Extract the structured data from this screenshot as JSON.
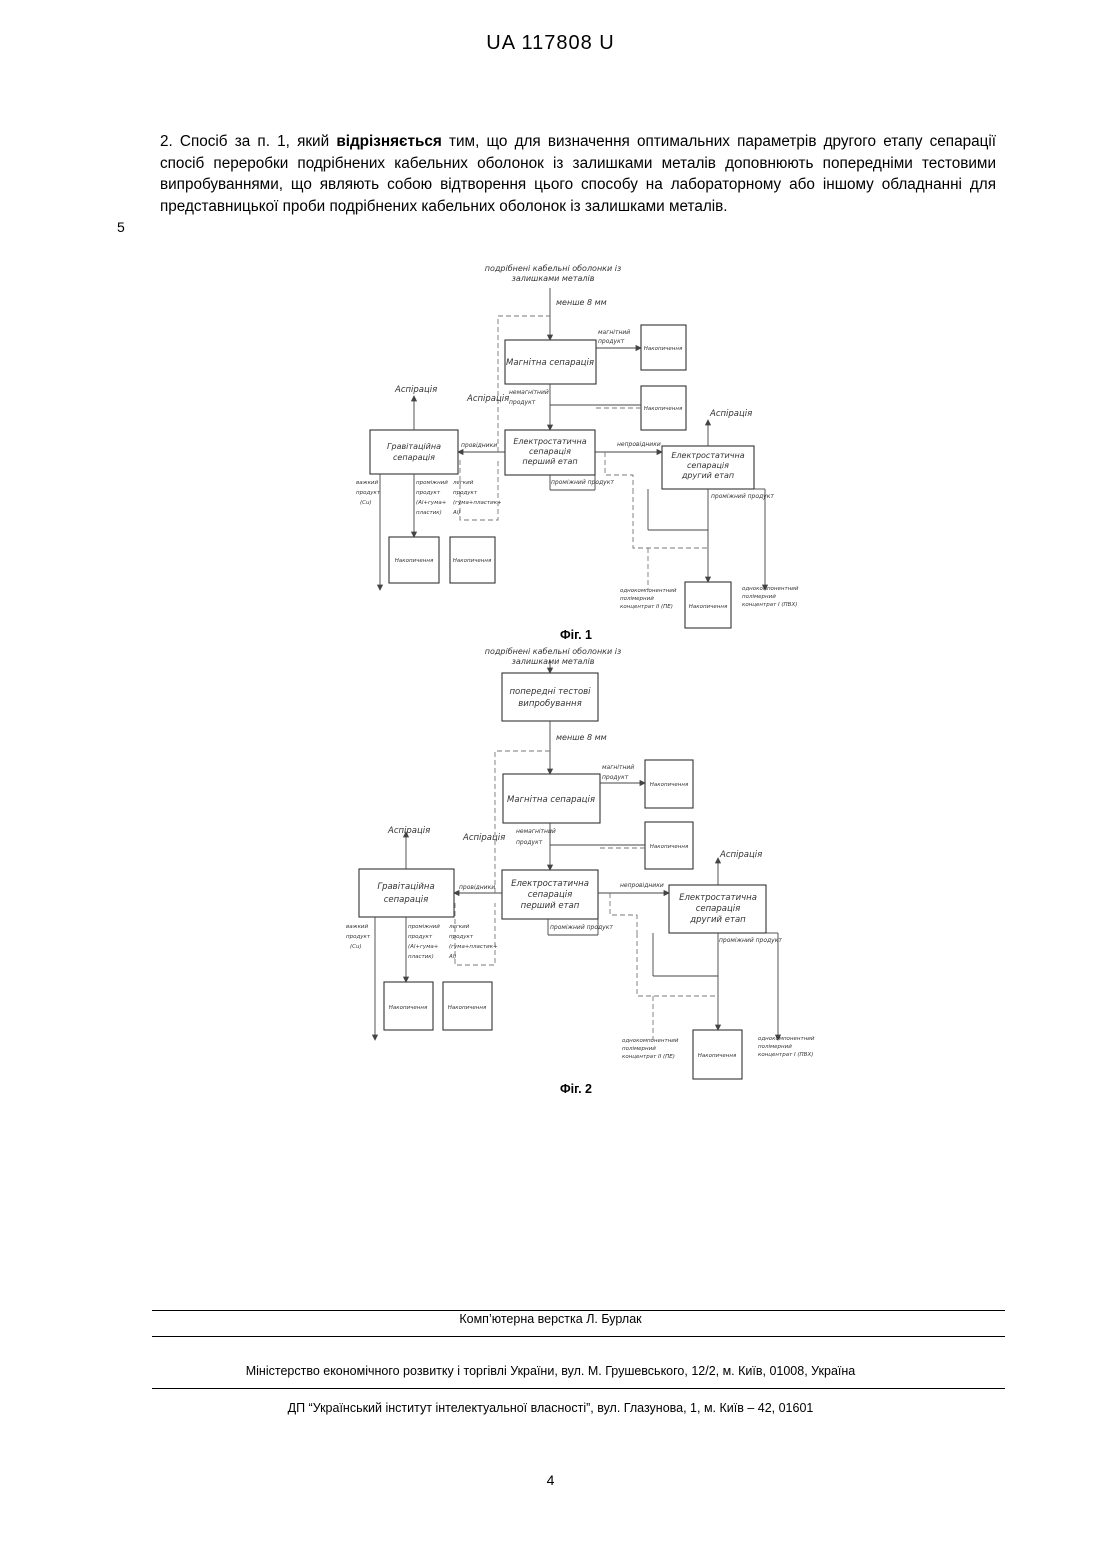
{
  "header": {
    "patent_number": "UA 117808 U"
  },
  "claim": {
    "line_number": "5",
    "text_before": "2. Спосіб за п. 1, який ",
    "text_bold": "відрізняється",
    "text_after": " тим, що для визначення оптимальних параметрів другого етапу сепарації спосіб переробки подрібнених кабельних оболонок із залишками металів доповнюють попередніми тестовими випробуваннями, що являють собою відтворення цього способу на лабораторному або іншому обладнанні для представницької проби подрібнених кабельних оболонок із залишками металів."
  },
  "fig1": {
    "caption": "Фіг. 1",
    "input_1": "подрібнені кабельні оболонки із",
    "input_2": "залишками металів",
    "size": "менше 8 мм",
    "magnetic": "Магнітна сепарація",
    "magnetic_product_1": "магнітний",
    "magnetic_product_2": "продукт",
    "nonmagnetic_1": "немагнітний",
    "nonmagnetic_2": "продукт",
    "aspiration": "Аспірація",
    "gravity_1": "Гравітаційна",
    "gravity_2": "сепарація",
    "conductors": "провідники",
    "electro1_1": "Електростатична",
    "electro1_2": "сепарація",
    "electro1_3": "перший етап",
    "nonconductors": "непровідники",
    "electro2_1": "Електростатична",
    "electro2_2": "сепарація",
    "electro2_3": "другий етап",
    "intermediate": "проміжний продукт",
    "heavy_1": "важкий",
    "heavy_2": "продукт",
    "heavy_3": "(Cu)",
    "mid_1": "проміжний",
    "mid_2": "продукт",
    "mid_3": "(Al+гума+",
    "mid_4": "пластик)",
    "light_1": "легкий",
    "light_2": "продукт",
    "light_3": "(гума+пластик+",
    "light_4": "Al)",
    "pe_1": "однокомпонентний",
    "pe_2": "полімерний",
    "pe_3": "концентрат II (ПЕ)",
    "pvc_1": "однокомпонентний",
    "pvc_2": "полімерний",
    "pvc_3": "концентрат I (ПВХ)",
    "storage": "Накопичення"
  },
  "fig2": {
    "caption": "Фіг. 2",
    "input_1": "подрібнені кабельні оболонки із",
    "input_2": "залишками металів",
    "test_1": "попередні тестові",
    "test_2": "випробування",
    "size": "менше 8 мм",
    "magnetic": "Магнітна сепарація",
    "magnetic_product_1": "магнітний",
    "magnetic_product_2": "продукт",
    "nonmagnetic_1": "немагнітний",
    "nonmagnetic_2": "продукт",
    "aspiration": "Аспірація",
    "gravity_1": "Гравітаційна",
    "gravity_2": "сепарація",
    "conductors": "провідники",
    "electro1_1": "Електростатична",
    "electro1_2": "сепарація",
    "electro1_3": "перший етап",
    "nonconductors": "непровідники",
    "electro2_1": "Електростатична",
    "electro2_2": "сепарація",
    "electro2_3": "другий етап",
    "intermediate": "проміжний продукт",
    "heavy_1": "важкий",
    "heavy_2": "продукт",
    "heavy_3": "(Cu)",
    "mid_1": "проміжний",
    "mid_2": "продукт",
    "mid_3": "(Al+гума+",
    "mid_4": "пластик)",
    "light_1": "легкий",
    "light_2": "продукт",
    "light_3": "(гума+пластик+",
    "light_4": "Al)",
    "pe_1": "однокомпонентний",
    "pe_2": "полімерний",
    "pe_3": "концентрат II (ПЕ)",
    "pvc_1": "однокомпонентний",
    "pvc_2": "полімерний",
    "pvc_3": "концентрат I (ПВХ)",
    "storage": "Накопичення"
  },
  "footer": {
    "layout_credit": "Комп’ютерна верстка Л. Бурлак",
    "ministry": "Міністерство економічного розвитку і торгівлі України, вул. М. Грушевського, 12/2, м. Київ, 01008, Україна",
    "institute": "ДП “Український інститут інтелектуальної власності”, вул. Глазунова, 1, м. Київ – 42, 01601",
    "page_number": "4"
  }
}
